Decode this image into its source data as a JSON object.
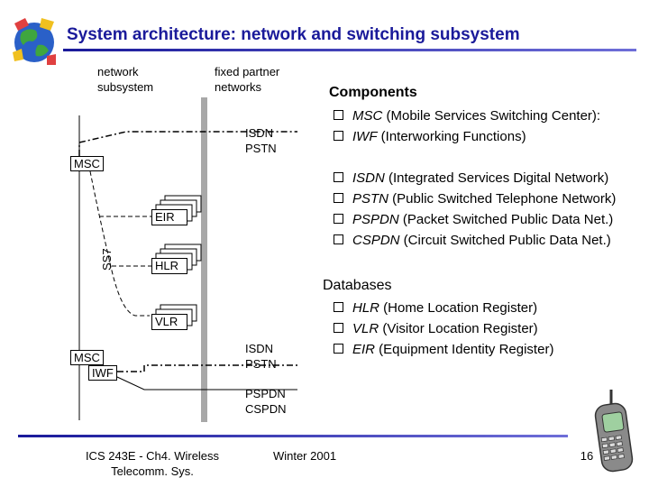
{
  "title": "System architecture: network and switching subsystem",
  "diagram": {
    "network_subsystem_label_line1": "network",
    "network_subsystem_label_line2": "subsystem",
    "fixed_partner_label_line1": "fixed partner",
    "fixed_partner_label_line2": "networks",
    "isdn_pstn_top_line1": "ISDN",
    "isdn_pstn_top_line2": "PSTN",
    "msc_top": "MSC",
    "eir": "EIR",
    "ss7": "SS7",
    "hlr": "HLR",
    "vlr": "VLR",
    "msc_bottom": "MSC",
    "iwf": "IWF",
    "isdn_pstn_bottom_line1": "ISDN",
    "isdn_pstn_bottom_line2": "PSTN",
    "pspdn_line": "PSPDN",
    "cspdn_line": "CSPDN"
  },
  "components": {
    "heading": "Components",
    "items": [
      {
        "term": "MSC",
        "desc": " (Mobile Services Switching Center):"
      },
      {
        "term": "IWF",
        "desc": " (Interworking Functions)"
      },
      {
        "term": "ISDN",
        "desc": " (Integrated Services Digital Network)"
      },
      {
        "term": "PSTN",
        "desc": " (Public Switched Telephone Network)"
      },
      {
        "term": "PSPDN",
        "desc": " (Packet Switched Public Data Net.)"
      },
      {
        "term": "CSPDN",
        "desc": " (Circuit Switched Public Data Net.)"
      }
    ]
  },
  "databases": {
    "heading": "Databases",
    "items": [
      {
        "term": "HLR",
        "desc": " (Home Location Register)"
      },
      {
        "term": "VLR",
        "desc": " (Visitor Location Register)"
      },
      {
        "term": "EIR",
        "desc": " (Equipment Identity Register)"
      }
    ]
  },
  "footer": {
    "course_line1": "ICS 243E - Ch4. Wireless",
    "course_line2": "Telecomm. Sys.",
    "term": "Winter 2001",
    "page": "16"
  },
  "colors": {
    "title": "#1a1a9a",
    "rule": "#1a1a9a",
    "fixed_network_bar": "#a8a8a8"
  }
}
